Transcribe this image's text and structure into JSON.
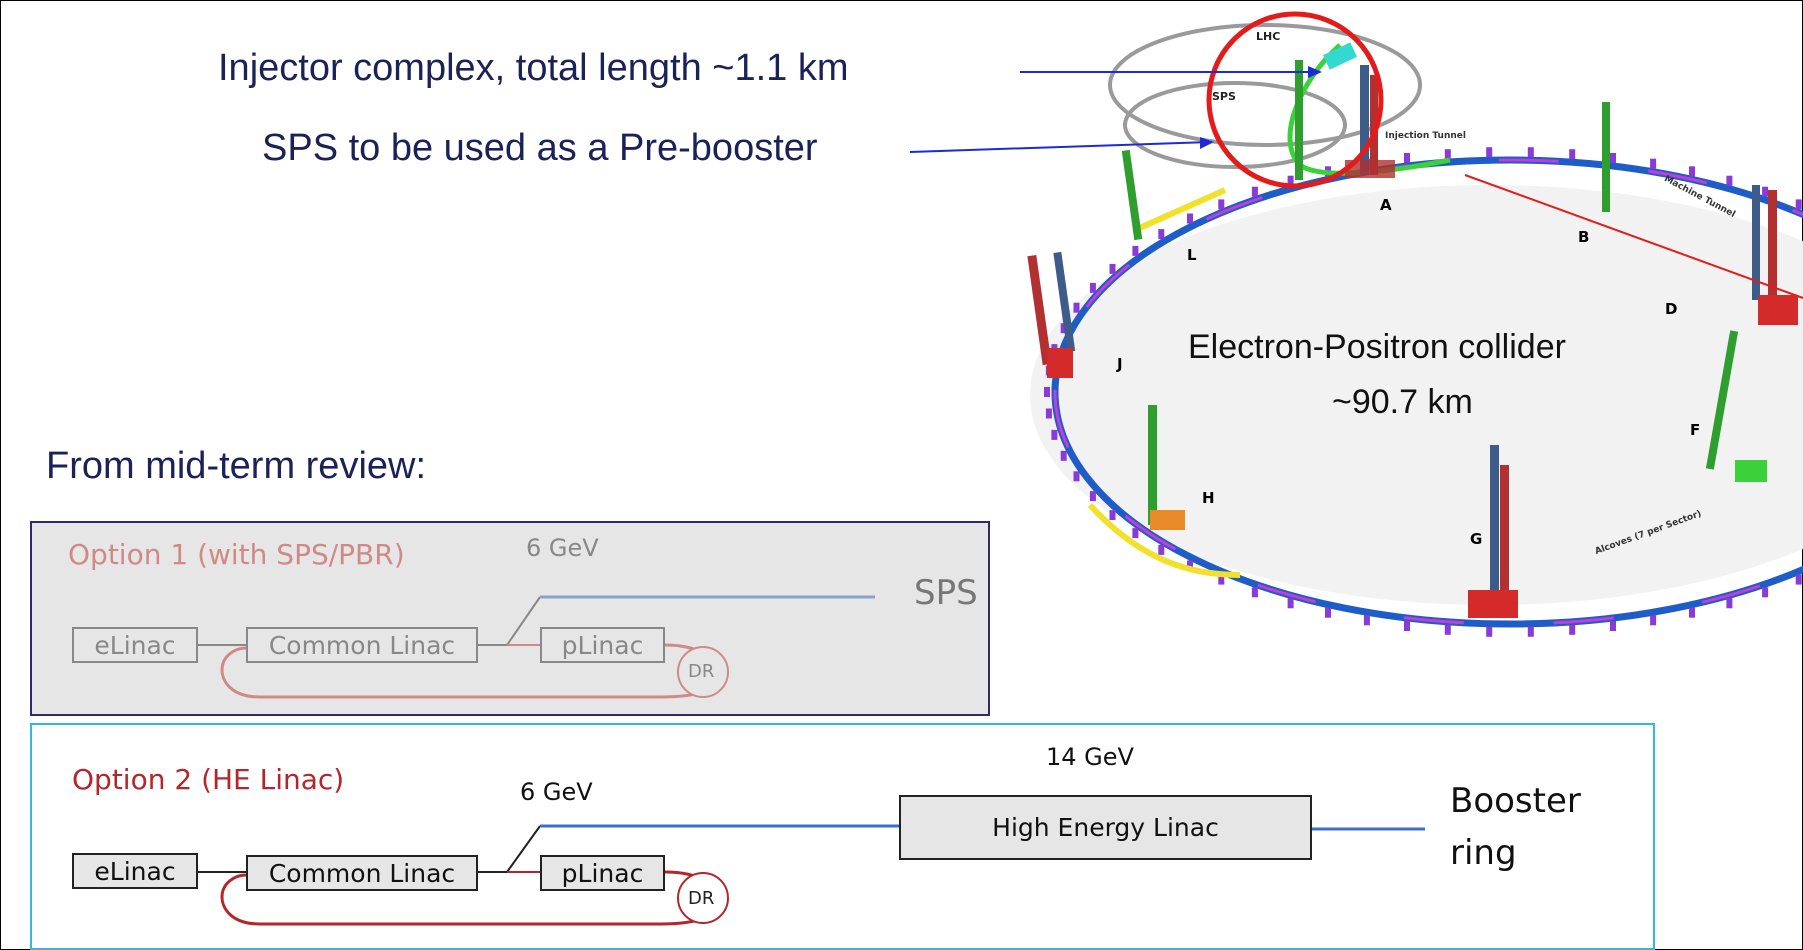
{
  "header": {
    "injector_text": "Injector complex, total length ~1.1 km",
    "sps_text": "SPS to be used as a Pre-booster",
    "review_text": "From mid-term review:"
  },
  "collider": {
    "title_line1": "Electron-Positron collider",
    "title_line2": "~90.7 km",
    "ring_labels": {
      "lhc": "LHC",
      "sps": "SPS"
    },
    "tunnel_labels": {
      "injection": "Injection Tunnel",
      "machine": "Machine Tunnel",
      "alcoves": "Alcoves (7 per Sector)"
    },
    "points": [
      "A",
      "B",
      "D",
      "F",
      "G",
      "H",
      "J",
      "L"
    ]
  },
  "option1": {
    "title": "Option 1 (with SPS/PBR)",
    "energy": "6 GeV",
    "target": "SPS",
    "elinac": "eLinac",
    "common": "Common Linac",
    "plinac": "pLinac",
    "dr": "DR"
  },
  "option2": {
    "title": "Option 2 (HE Linac)",
    "energy_low": "6 GeV",
    "energy_high": "14 GeV",
    "he_linac": "High Energy Linac",
    "target_line1": "Booster",
    "target_line2": "ring",
    "elinac": "eLinac",
    "common": "Common Linac",
    "plinac": "pLinac",
    "dr": "DR"
  },
  "colors": {
    "navy": "#1b2257",
    "option1_title": "#d08a86",
    "option2_title": "#b3262a",
    "option1_bg": "#e6e6e6",
    "option1_border": "#2b2b6e",
    "option2_border": "#33b5e5",
    "highlight_circle": "#e31b1b"
  }
}
